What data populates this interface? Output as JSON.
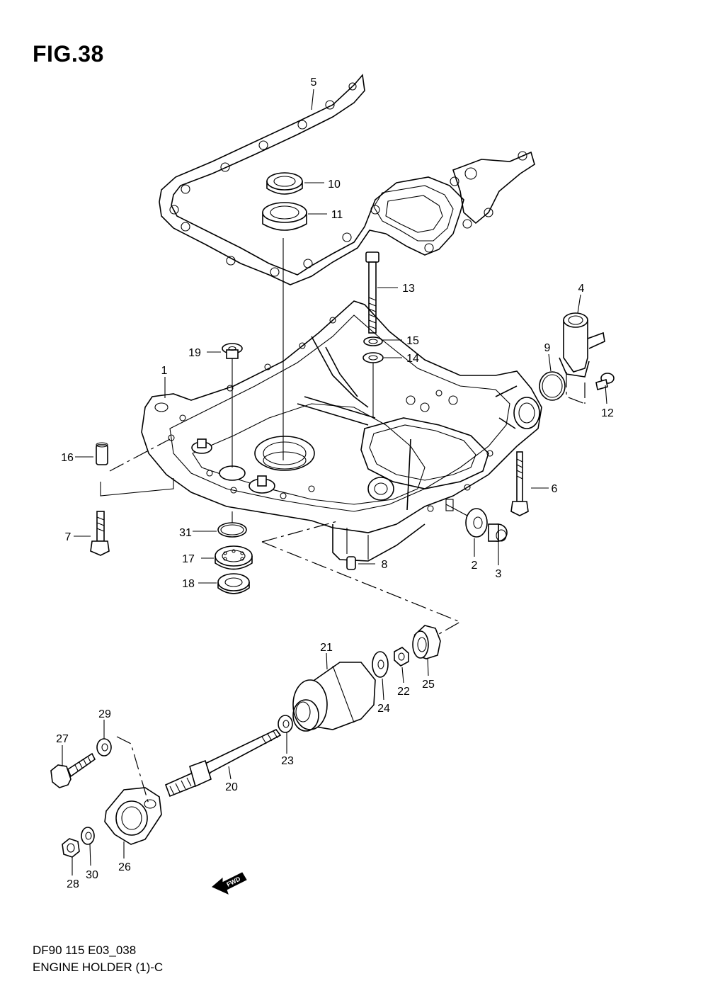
{
  "figure": {
    "title": "FIG.38"
  },
  "footer": {
    "code": "DF90 115 E03_038",
    "name": "ENGINE HOLDER (1)-C"
  },
  "fwd_marker": "FWD",
  "callouts": [
    "1",
    "2",
    "3",
    "4",
    "5",
    "6",
    "7",
    "8",
    "9",
    "10",
    "11",
    "12",
    "13",
    "14",
    "15",
    "16",
    "17",
    "18",
    "19",
    "20",
    "21",
    "22",
    "23",
    "24",
    "25",
    "26",
    "27",
    "28",
    "29",
    "30",
    "31"
  ]
}
